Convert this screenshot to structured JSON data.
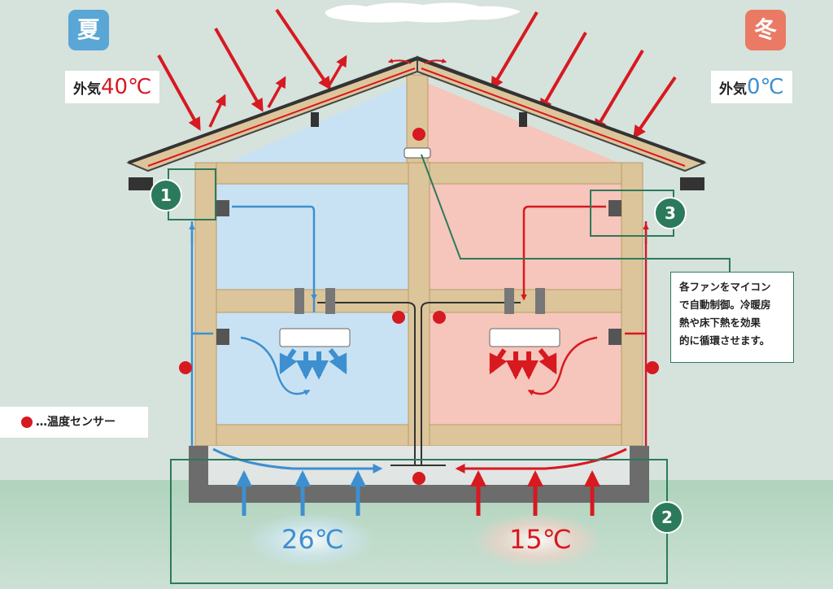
{
  "summer": {
    "label": "夏",
    "outside_label": "外気",
    "outside_temp": "40℃",
    "color": "#5aa6d6",
    "floor_temp": "26℃"
  },
  "winter": {
    "label": "冬",
    "outside_label": "外気",
    "outside_temp": "0℃",
    "color": "#ea7a63",
    "floor_temp": "15℃"
  },
  "note": {
    "lines": [
      "各ファンをマイコン",
      "で自動制御。冷暖房",
      "熱や床下熱を効果",
      "的に循環させます。"
    ]
  },
  "legend": {
    "text": "…温度センサー"
  },
  "callouts": [
    "1",
    "2",
    "3"
  ],
  "colors": {
    "accent_red": "#d71920",
    "accent_blue": "#3d8fd0",
    "frame_green": "#2c7a5c",
    "wood": "#dcc59b"
  },
  "icons": [
    "temperature-sensor-icon",
    "fan-icon",
    "air-conditioner-icon"
  ]
}
